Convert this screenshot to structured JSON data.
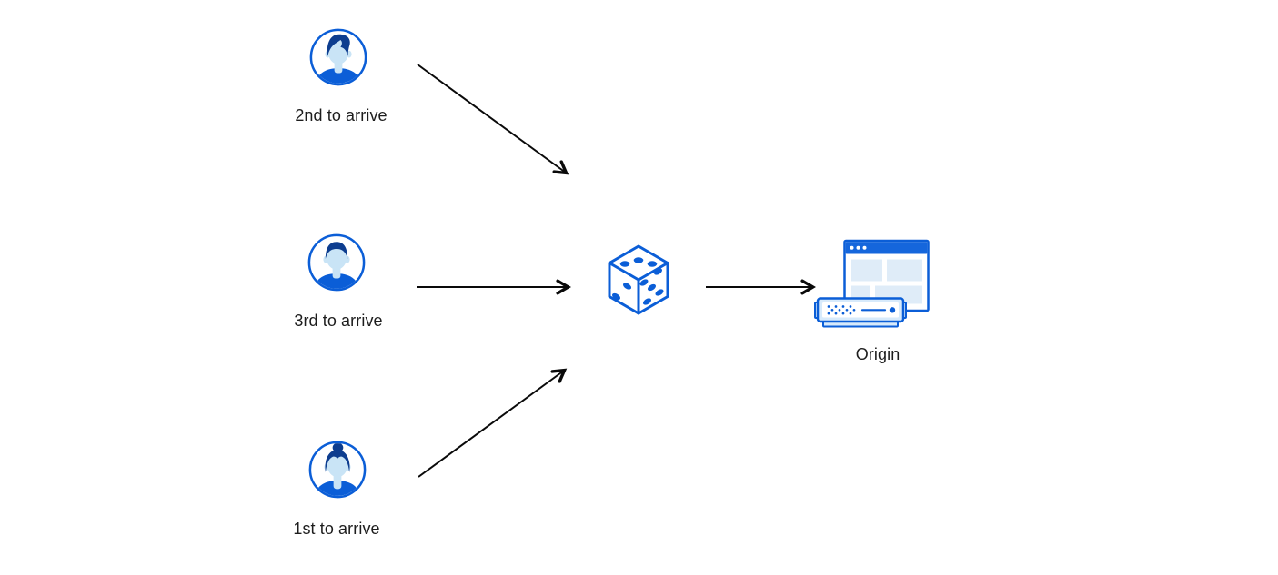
{
  "diagram": {
    "nodes": {
      "visitor_top": {
        "label": "2nd to arrive",
        "icon": "user-avatar-man-icon"
      },
      "visitor_middle": {
        "label": "3rd to arrive",
        "icon": "user-avatar-man-icon"
      },
      "visitor_bottom": {
        "label": "1st to arrive",
        "icon": "user-avatar-woman-icon"
      },
      "randomizer": {
        "icon": "dice-icon"
      },
      "origin": {
        "label": "Origin",
        "icon": "origin-server-icon"
      }
    },
    "arrows": [
      {
        "from": "visitor_top",
        "to": "randomizer"
      },
      {
        "from": "visitor_middle",
        "to": "randomizer"
      },
      {
        "from": "visitor_bottom",
        "to": "randomizer"
      },
      {
        "from": "randomizer",
        "to": "origin"
      }
    ],
    "dice_pips": {
      "top_face": 3,
      "left_face": 2,
      "right_face": 5
    }
  },
  "colors": {
    "outline_blue": "#0b5ed7",
    "dark_blue": "#0d3d8f",
    "skin_blue": "#c9e4f6",
    "fill_light": "#d7eafb",
    "block_blue": "#dfecf8",
    "titlebar_blue": "#1566dc",
    "arrow_black": "#0a0a0a",
    "label_text": "#1d1d1d",
    "canvas_bg": "#ffffff"
  }
}
